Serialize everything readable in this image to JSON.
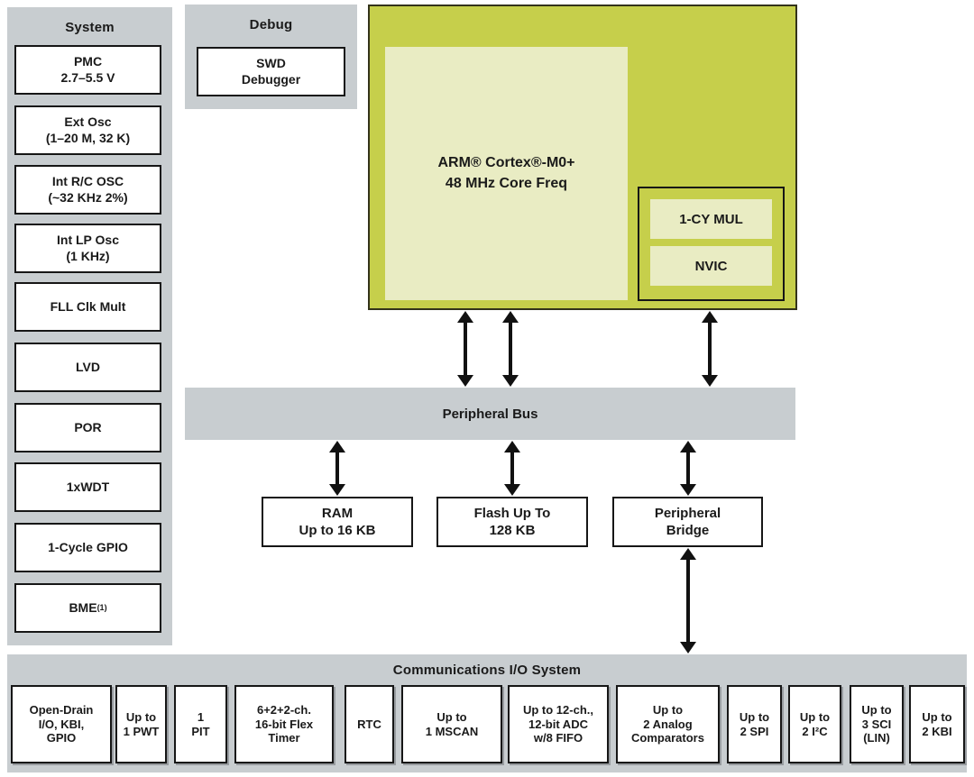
{
  "colors": {
    "green": "#c6cf4b",
    "pale": "#e9ecc3",
    "gray": "#c8cdd0",
    "ink": "#1a1a1a"
  },
  "system_panel": {
    "title": "System",
    "blocks": [
      {
        "label": "PMC\n2.7–5.5 V"
      },
      {
        "label": "Ext Osc\n(1–20 M, 32 K)"
      },
      {
        "label": "Int R/C OSC\n(~32 KHz 2%)"
      },
      {
        "label": "Int LP Osc\n(1 KHz)"
      },
      {
        "label": "FLL Clk Mult"
      },
      {
        "label": "LVD"
      },
      {
        "label": "POR"
      },
      {
        "label": "1xWDT"
      },
      {
        "label": "1-Cycle GPIO"
      },
      {
        "label": "BME",
        "sup": "(1)"
      }
    ]
  },
  "debug_panel": {
    "title": "Debug",
    "block_label": "SWD\nDebugger"
  },
  "cpu_block": {
    "core_label": "ARM® Cortex®-M0+\n48 MHz Core Freq",
    "sub_blocks": [
      "1-CY MUL",
      "NVIC"
    ]
  },
  "bus": {
    "label": "Peripheral Bus"
  },
  "memory_row": [
    {
      "label": "RAM\nUp to 16 KB"
    },
    {
      "label": "Flash Up To\n128 KB"
    },
    {
      "label": "Peripheral\nBridge"
    }
  ],
  "comms_panel": {
    "title": "Communications I/O System",
    "blocks": [
      {
        "label": "Open-Drain\nI/O, KBI,\nGPIO"
      },
      {
        "label": "Up to\n1 PWT"
      },
      {
        "label": "1\nPIT"
      },
      {
        "label": "6+2+2-ch.\n16-bit Flex\nTimer"
      },
      {
        "label": "RTC"
      },
      {
        "label": "Up to\n1 MSCAN"
      },
      {
        "label": "Up to 12-ch.,\n12-bit ADC\nw/8 FIFO"
      },
      {
        "label": "Up to\n2 Analog\nComparators"
      },
      {
        "label": "Up to\n2 SPI"
      },
      {
        "label": "Up to\n2 I²C"
      },
      {
        "label": "Up to\n3 SCI\n(LIN)"
      },
      {
        "label": "Up to\n2 KBI"
      }
    ]
  }
}
